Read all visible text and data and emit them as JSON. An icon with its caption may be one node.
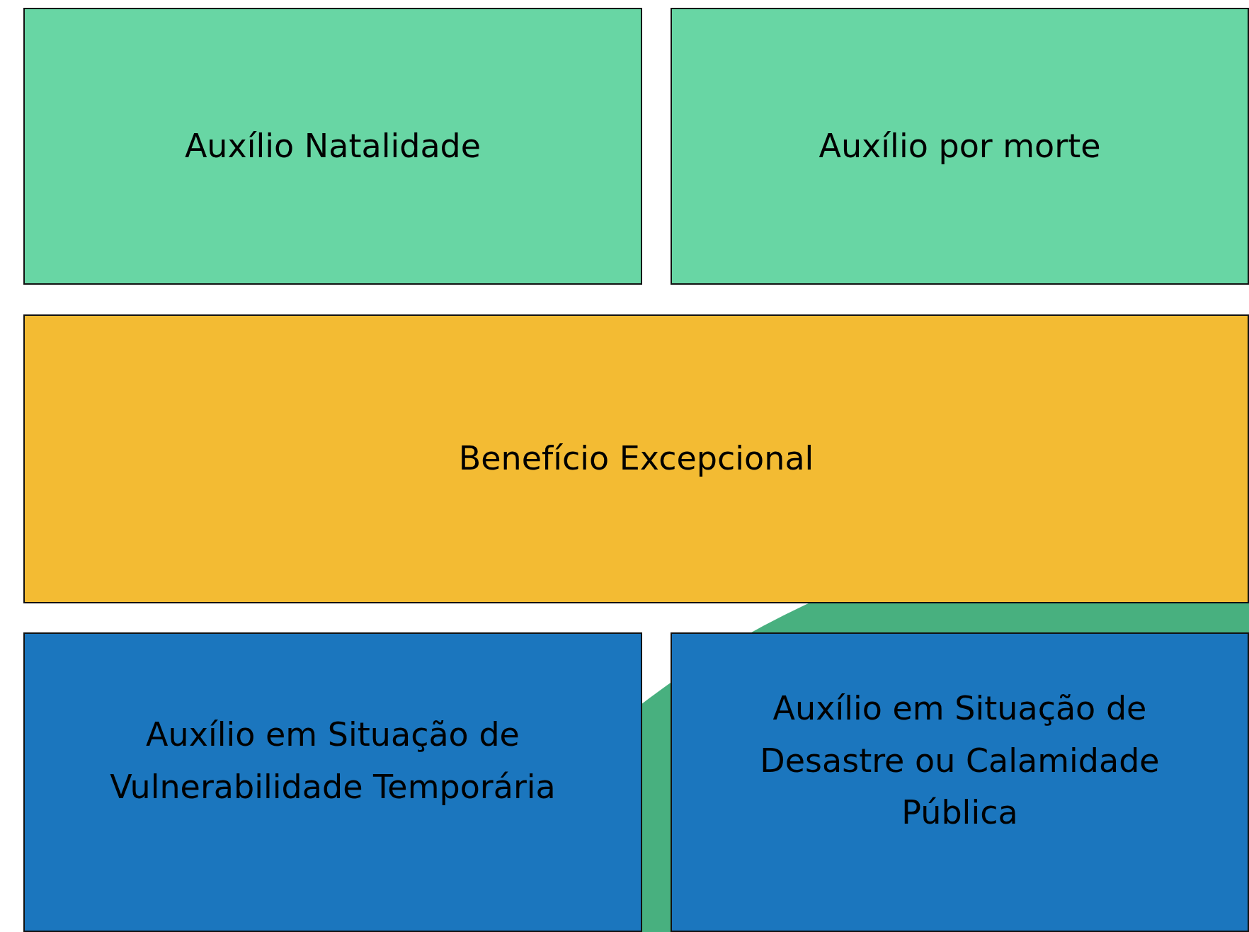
{
  "diagram": {
    "nodes": [
      {
        "text": [
          "Auxílio Natalidade"
        ]
      },
      {
        "text": [
          "Auxílio por morte"
        ]
      },
      {
        "text": [
          "Benefício Excepcional"
        ]
      },
      {
        "text": [
          "Auxílio em Situação de Vulnerabilidade Temporária"
        ]
      },
      {
        "text": [
          "Auxílio em Situação de Desastre ou Calamidade Pública"
        ]
      }
    ]
  }
}
